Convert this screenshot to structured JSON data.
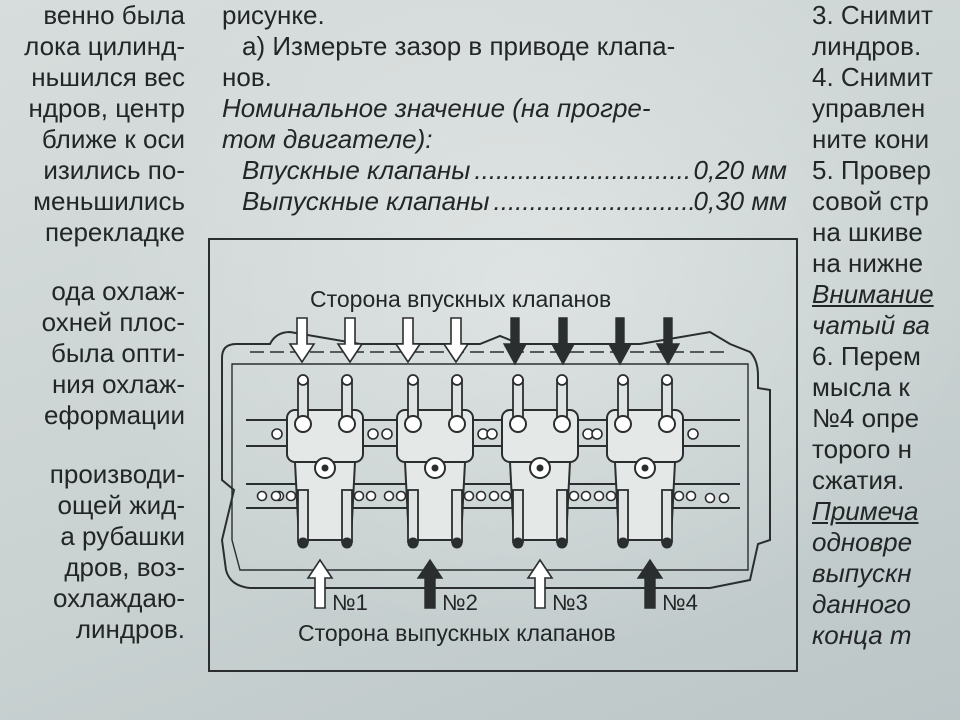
{
  "left_column": {
    "lines_top": [
      "венно была",
      "лока цилинд-",
      "ньшился вес",
      "ндров, центр",
      "ближе к оси",
      "изились по-",
      "меньшились",
      "перекладке"
    ],
    "lines_mid": [
      "ода охлаж-",
      "охней плос-",
      "была опти-",
      "ния охлаж-",
      "еформации"
    ],
    "lines_bot": [
      "производи-",
      "ощей жид-",
      "а рубашки",
      "дров, воз-",
      "охлаждаю-",
      "линдров."
    ]
  },
  "middle_column": {
    "line1": "рисунке.",
    "line2": "а) Измерьте зазор в приводе клапа-",
    "line3": "нов.",
    "nominal1": "Номинальное значение (на прогре-",
    "nominal2": "том двигателе):",
    "spec_rows": [
      {
        "label": "Впускные клапаны",
        "dots": "..............................",
        "value": "0,20 мм"
      },
      {
        "label": "Выпускные клапаны",
        "dots": "..............................",
        "value": "0,30 мм"
      }
    ]
  },
  "right_column": {
    "lines": [
      "3. Снимит",
      "линдров.",
      "4. Снимит",
      "управлен",
      "ните кони",
      "5. Провер",
      "совой стр",
      "на шкиве",
      "на нижне"
    ],
    "attention": "Внимание",
    "attention_cont": "чатый ва",
    "lines2": [
      "6. Перем",
      "мысла к",
      "№4 опре",
      "торого н",
      "сжатия."
    ],
    "note": "Примеча",
    "note_lines": [
      "одновре",
      "выпускн",
      "данного",
      "конца т"
    ]
  },
  "figure": {
    "intake_label": "Сторона впускных клапанов",
    "exhaust_label": "Сторона выпускных клапанов",
    "cylinders": [
      "№1",
      "№2",
      "№3",
      "№4"
    ]
  }
}
